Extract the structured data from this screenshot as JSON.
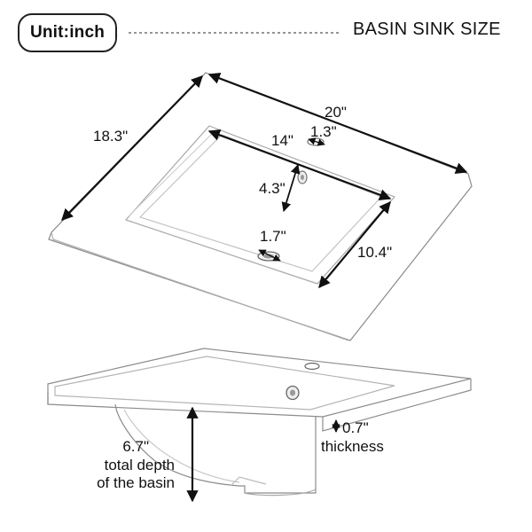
{
  "header": {
    "unit_label": "Unit:inch",
    "title": "BASIN SINK SIZE"
  },
  "top_view": {
    "dimensions": {
      "overall_width": "20\"",
      "overall_depth": "18.3\"",
      "bowl_width": "14\"",
      "faucet_hole": "1.3\"",
      "faucet_to_drain": "4.3\"",
      "drain": "1.7\"",
      "bowl_depth": "10.4\""
    }
  },
  "side_view": {
    "depth_value": "6.7\"",
    "depth_caption_line1": "total depth",
    "depth_caption_line2": "of the basin",
    "thickness_value": "0.7\"",
    "thickness_caption": "thickness"
  }
}
